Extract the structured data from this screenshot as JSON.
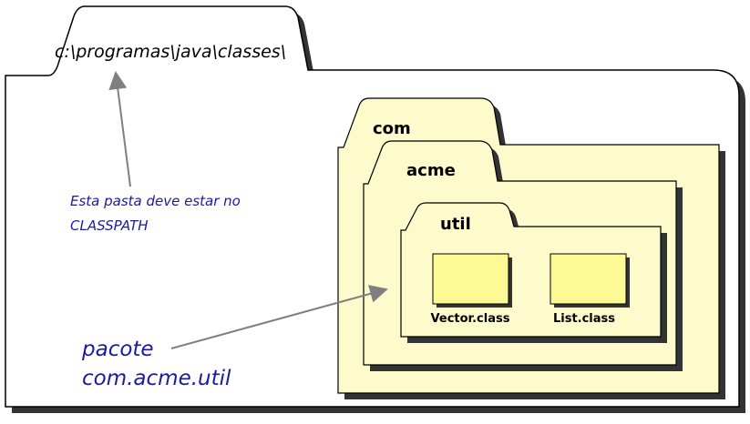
{
  "root_folder": {
    "path_label": "c:\\programas\\java\\classes\\"
  },
  "folders": {
    "com": "com",
    "acme": "acme",
    "util": "util"
  },
  "files": [
    {
      "name": "Vector.class"
    },
    {
      "name": "List.class"
    }
  ],
  "annotations": {
    "classpath_note_line1": "Esta pasta deve estar no",
    "classpath_note_line2": "CLASSPATH",
    "package_line1": "pacote",
    "package_line2": "com.acme.util"
  },
  "colors": {
    "folder_fill": "#fdfbcb",
    "file_fill": "#fdfa96",
    "note_text": "#1a1aa6",
    "arrow": "#7f7f7f",
    "shadow": "#333333"
  }
}
